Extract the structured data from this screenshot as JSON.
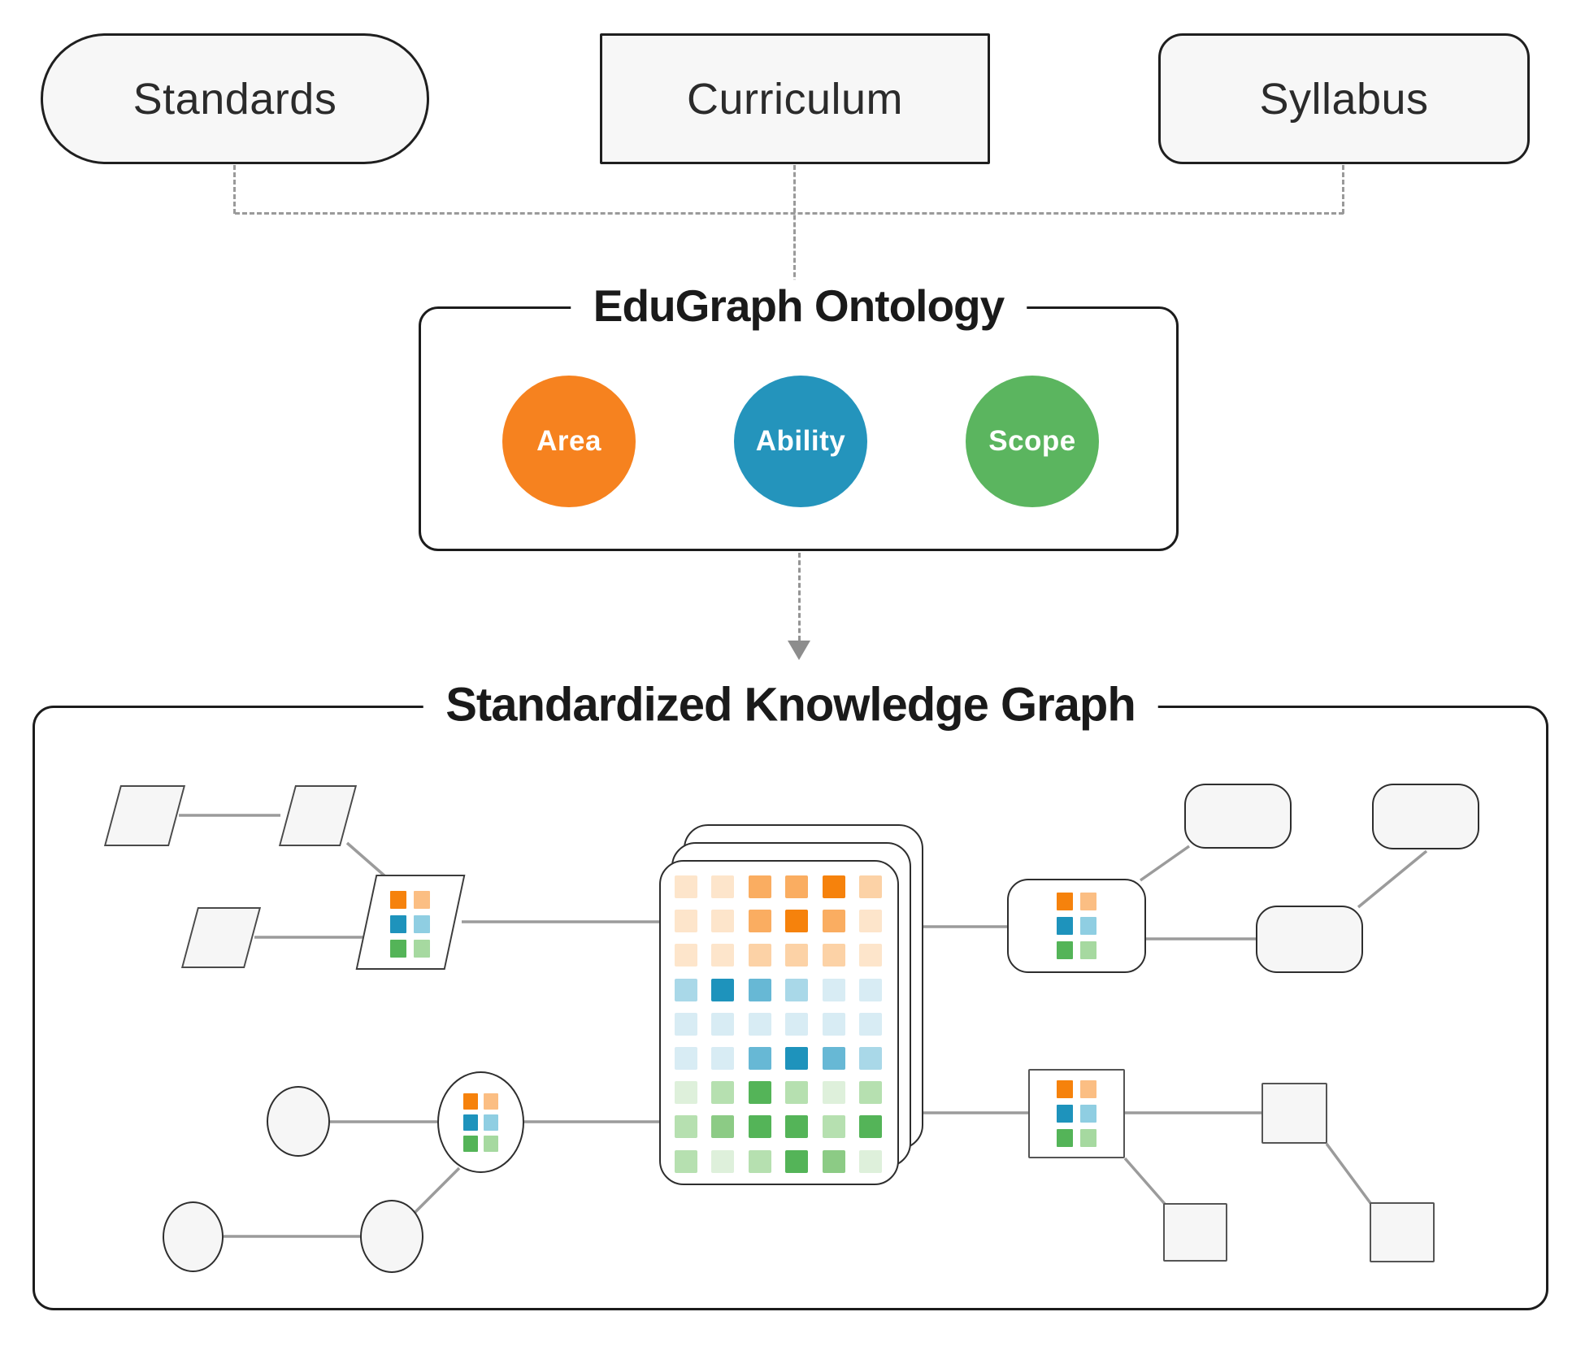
{
  "sources": {
    "standards": "Standards",
    "curriculum": "Curriculum",
    "syllabus": "Syllabus"
  },
  "ontology": {
    "title": "EduGraph Ontology",
    "concepts": [
      {
        "label": "Area",
        "color": "#F6821F"
      },
      {
        "label": "Ability",
        "color": "#2494BC"
      },
      {
        "label": "Scope",
        "color": "#5BB55F"
      }
    ]
  },
  "knowledge_graph": {
    "title": "Standardized Knowledge Graph"
  },
  "palette": {
    "orange": [
      "#FDE5CB",
      "#FCD2A6",
      "#FAAD61",
      "#F6820C"
    ],
    "blue": [
      "#D8ECF4",
      "#A9D8E8",
      "#67B8D5",
      "#1E93BC"
    ],
    "green": [
      "#DEF0DB",
      "#B6E0B0",
      "#8CCB85",
      "#54B458"
    ],
    "mini_light": {
      "orange": "#FBBE83",
      "blue": "#8FCEE2",
      "green": "#A6D9A0"
    },
    "edge": "#9B9B9B",
    "node_fill": "#F6F6F6",
    "node_border": "#3C3C3C"
  },
  "heatmap": {
    "bands": [
      "orange",
      "orange",
      "orange",
      "blue",
      "blue",
      "blue",
      "green",
      "green",
      "green"
    ],
    "levels": [
      [
        1,
        1,
        3,
        3,
        4,
        2
      ],
      [
        1,
        1,
        3,
        4,
        3,
        1
      ],
      [
        1,
        1,
        2,
        2,
        2,
        1
      ],
      [
        2,
        4,
        3,
        2,
        1,
        1
      ],
      [
        1,
        1,
        1,
        1,
        1,
        1
      ],
      [
        1,
        1,
        3,
        4,
        3,
        2
      ],
      [
        1,
        2,
        4,
        2,
        1,
        2
      ],
      [
        2,
        3,
        4,
        4,
        2,
        4
      ],
      [
        2,
        1,
        2,
        4,
        3,
        1
      ]
    ]
  },
  "mini_grid": {
    "rows": [
      "orange",
      "blue",
      "green"
    ]
  }
}
